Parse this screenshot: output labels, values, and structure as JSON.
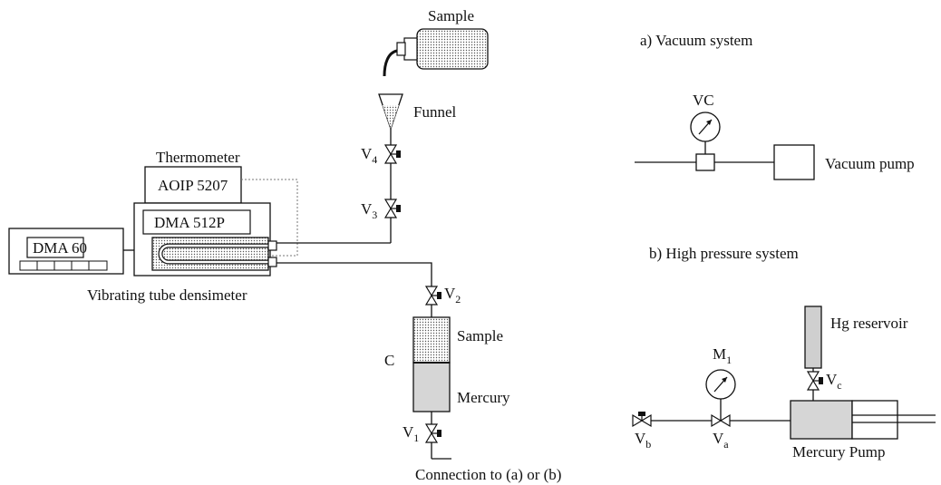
{
  "labels": {
    "sample_top": "Sample",
    "funnel": "Funnel",
    "thermometer": "Thermometer",
    "aoip": "AOIP 5207",
    "dma512": "DMA 512P",
    "dma60": "DMA 60",
    "densimeter": "Vibrating tube densimeter",
    "v_letter": "V",
    "c": "C",
    "sample_cell": "Sample",
    "mercury": "Mercury",
    "connection": "Connection to (a) or (b)",
    "vacuum_title": "a) Vacuum system",
    "vc": "VC",
    "vacuum_pump": "Vacuum pump",
    "hp_title": "b) High pressure system",
    "hg_reservoir": "Hg reservoir",
    "m_letter": "M",
    "mercury_pump": "Mercury Pump"
  },
  "subscripts": {
    "v4": "4",
    "v3": "3",
    "v2": "2",
    "v1": "1",
    "m1": "1",
    "vc": "c",
    "vb": "b",
    "va": "a"
  },
  "colors": {
    "line": "#111111",
    "mercury_fill": "#d6d6d6",
    "sample_fill": "#c8c8c8",
    "reservoir_fill": "#cfcfcf"
  }
}
